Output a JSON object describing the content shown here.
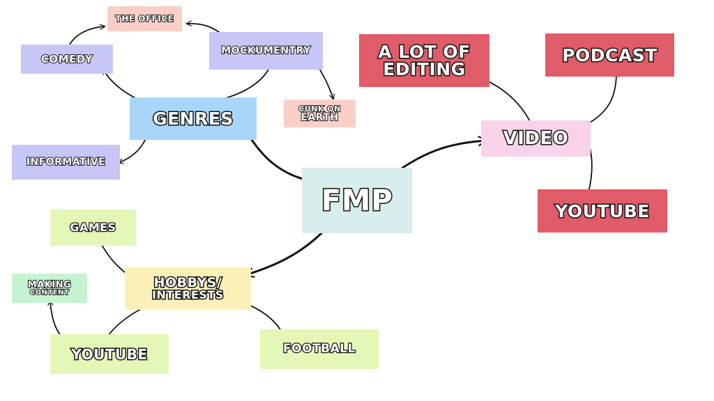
{
  "diagram": {
    "center": "FMP",
    "genres": {
      "title": "GENRES",
      "comedy": "COMEDY",
      "the_office": "THE OFFICE",
      "mockumentry": "MOCKUMENTRY",
      "cunk_line1": "CUNK ON",
      "cunk_line2": "EARTH",
      "informative": "INFORMATIVE"
    },
    "video": {
      "title": "VIDEO",
      "editing_line1": "A LOT OF",
      "editing_line2": "EDITING",
      "podcast": "PODCAST",
      "youtube": "YOUTUBE"
    },
    "hobbies": {
      "title_line1": "HOBBYS/",
      "title_line2": "INTERESTS",
      "games": "GAMES",
      "making_line1": "MAKING",
      "making_line2": "CONTENT",
      "youtube": "YOUTUBE",
      "football": "FOOTBALL"
    }
  },
  "colors": {
    "genre_box": "#a9d6f8",
    "sub_genre_box": "#c6c7f6",
    "example_box": "#f8d0c9",
    "video_box": "#f9d3ea",
    "video_leaf_box": "#df5c68",
    "center_box": "#d8eded",
    "hobby_box": "#fbf1b8",
    "hobby_leaf_box": "#e3f7b7",
    "making_box": "#c6f4d2"
  }
}
